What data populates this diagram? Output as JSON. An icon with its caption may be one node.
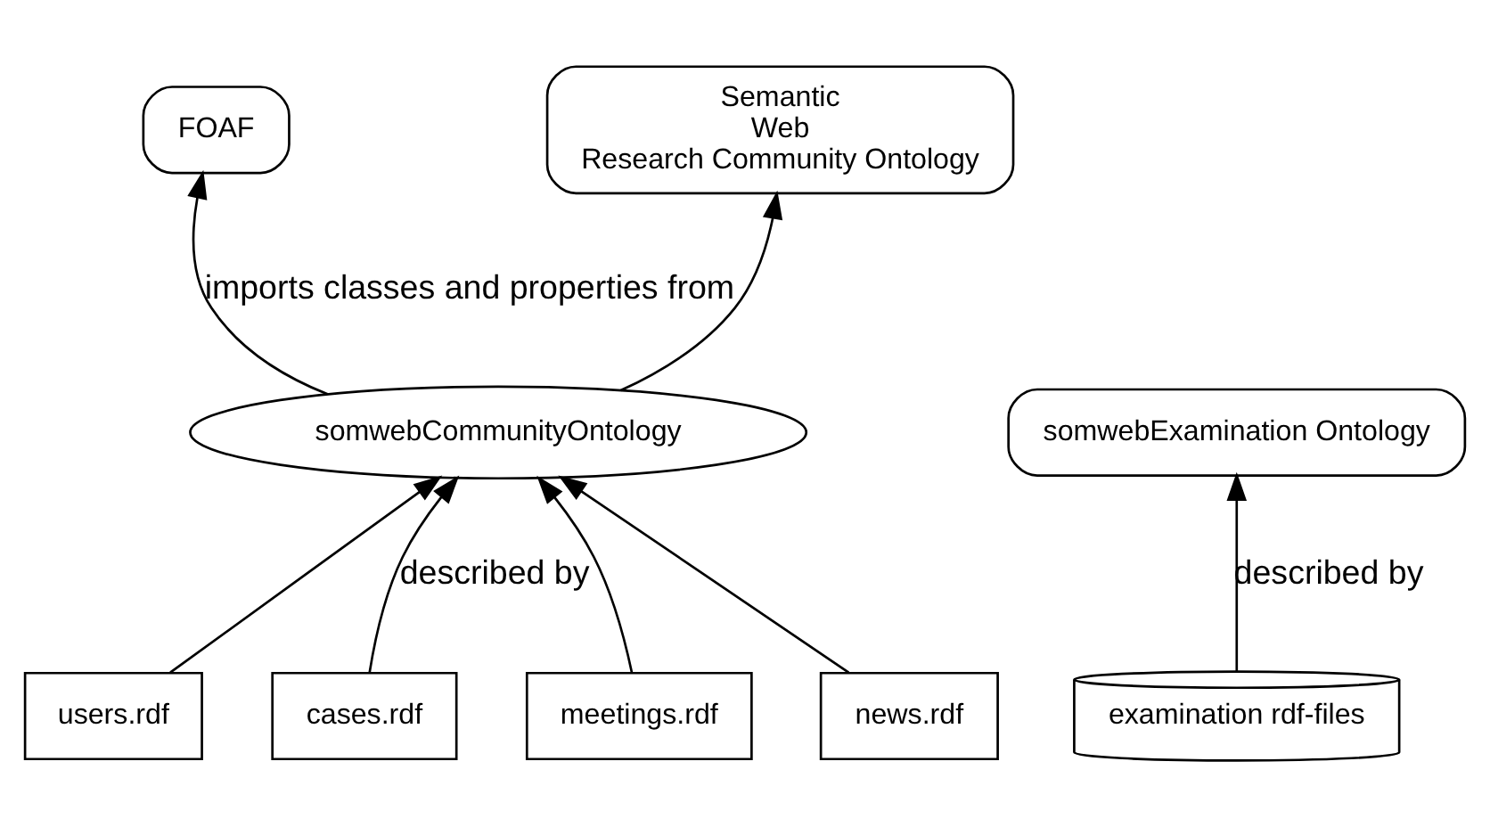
{
  "diagram": {
    "nodes": [
      {
        "text": [
          "FOAF"
        ]
      },
      {
        "text": [
          "Semantic Web Research Community Ontology"
        ]
      },
      {
        "text": [
          "somwebCommunityOntology"
        ]
      },
      {
        "text": [
          "somwebExamination Ontology"
        ]
      },
      {
        "text": [
          "users.rdf"
        ]
      },
      {
        "text": [
          "cases.rdf"
        ]
      },
      {
        "text": [
          "meetings.rdf"
        ]
      },
      {
        "text": [
          "news.rdf"
        ]
      },
      {
        "text": [
          "examination rdf-files"
        ]
      }
    ],
    "edges": [
      {
        "from": 2,
        "to": 0,
        "arrow": "to",
        "label": "imports classes and properties from"
      },
      {
        "from": 2,
        "to": 1,
        "arrow": "to"
      },
      {
        "from": 4,
        "to": 2,
        "arrow": "to"
      },
      {
        "from": 5,
        "to": 2,
        "arrow": "to",
        "label": "described by"
      },
      {
        "from": 6,
        "to": 2,
        "arrow": "to"
      },
      {
        "from": 7,
        "to": 2,
        "arrow": "to"
      },
      {
        "from": 8,
        "to": 3,
        "arrow": "to",
        "label": "described by"
      }
    ]
  }
}
